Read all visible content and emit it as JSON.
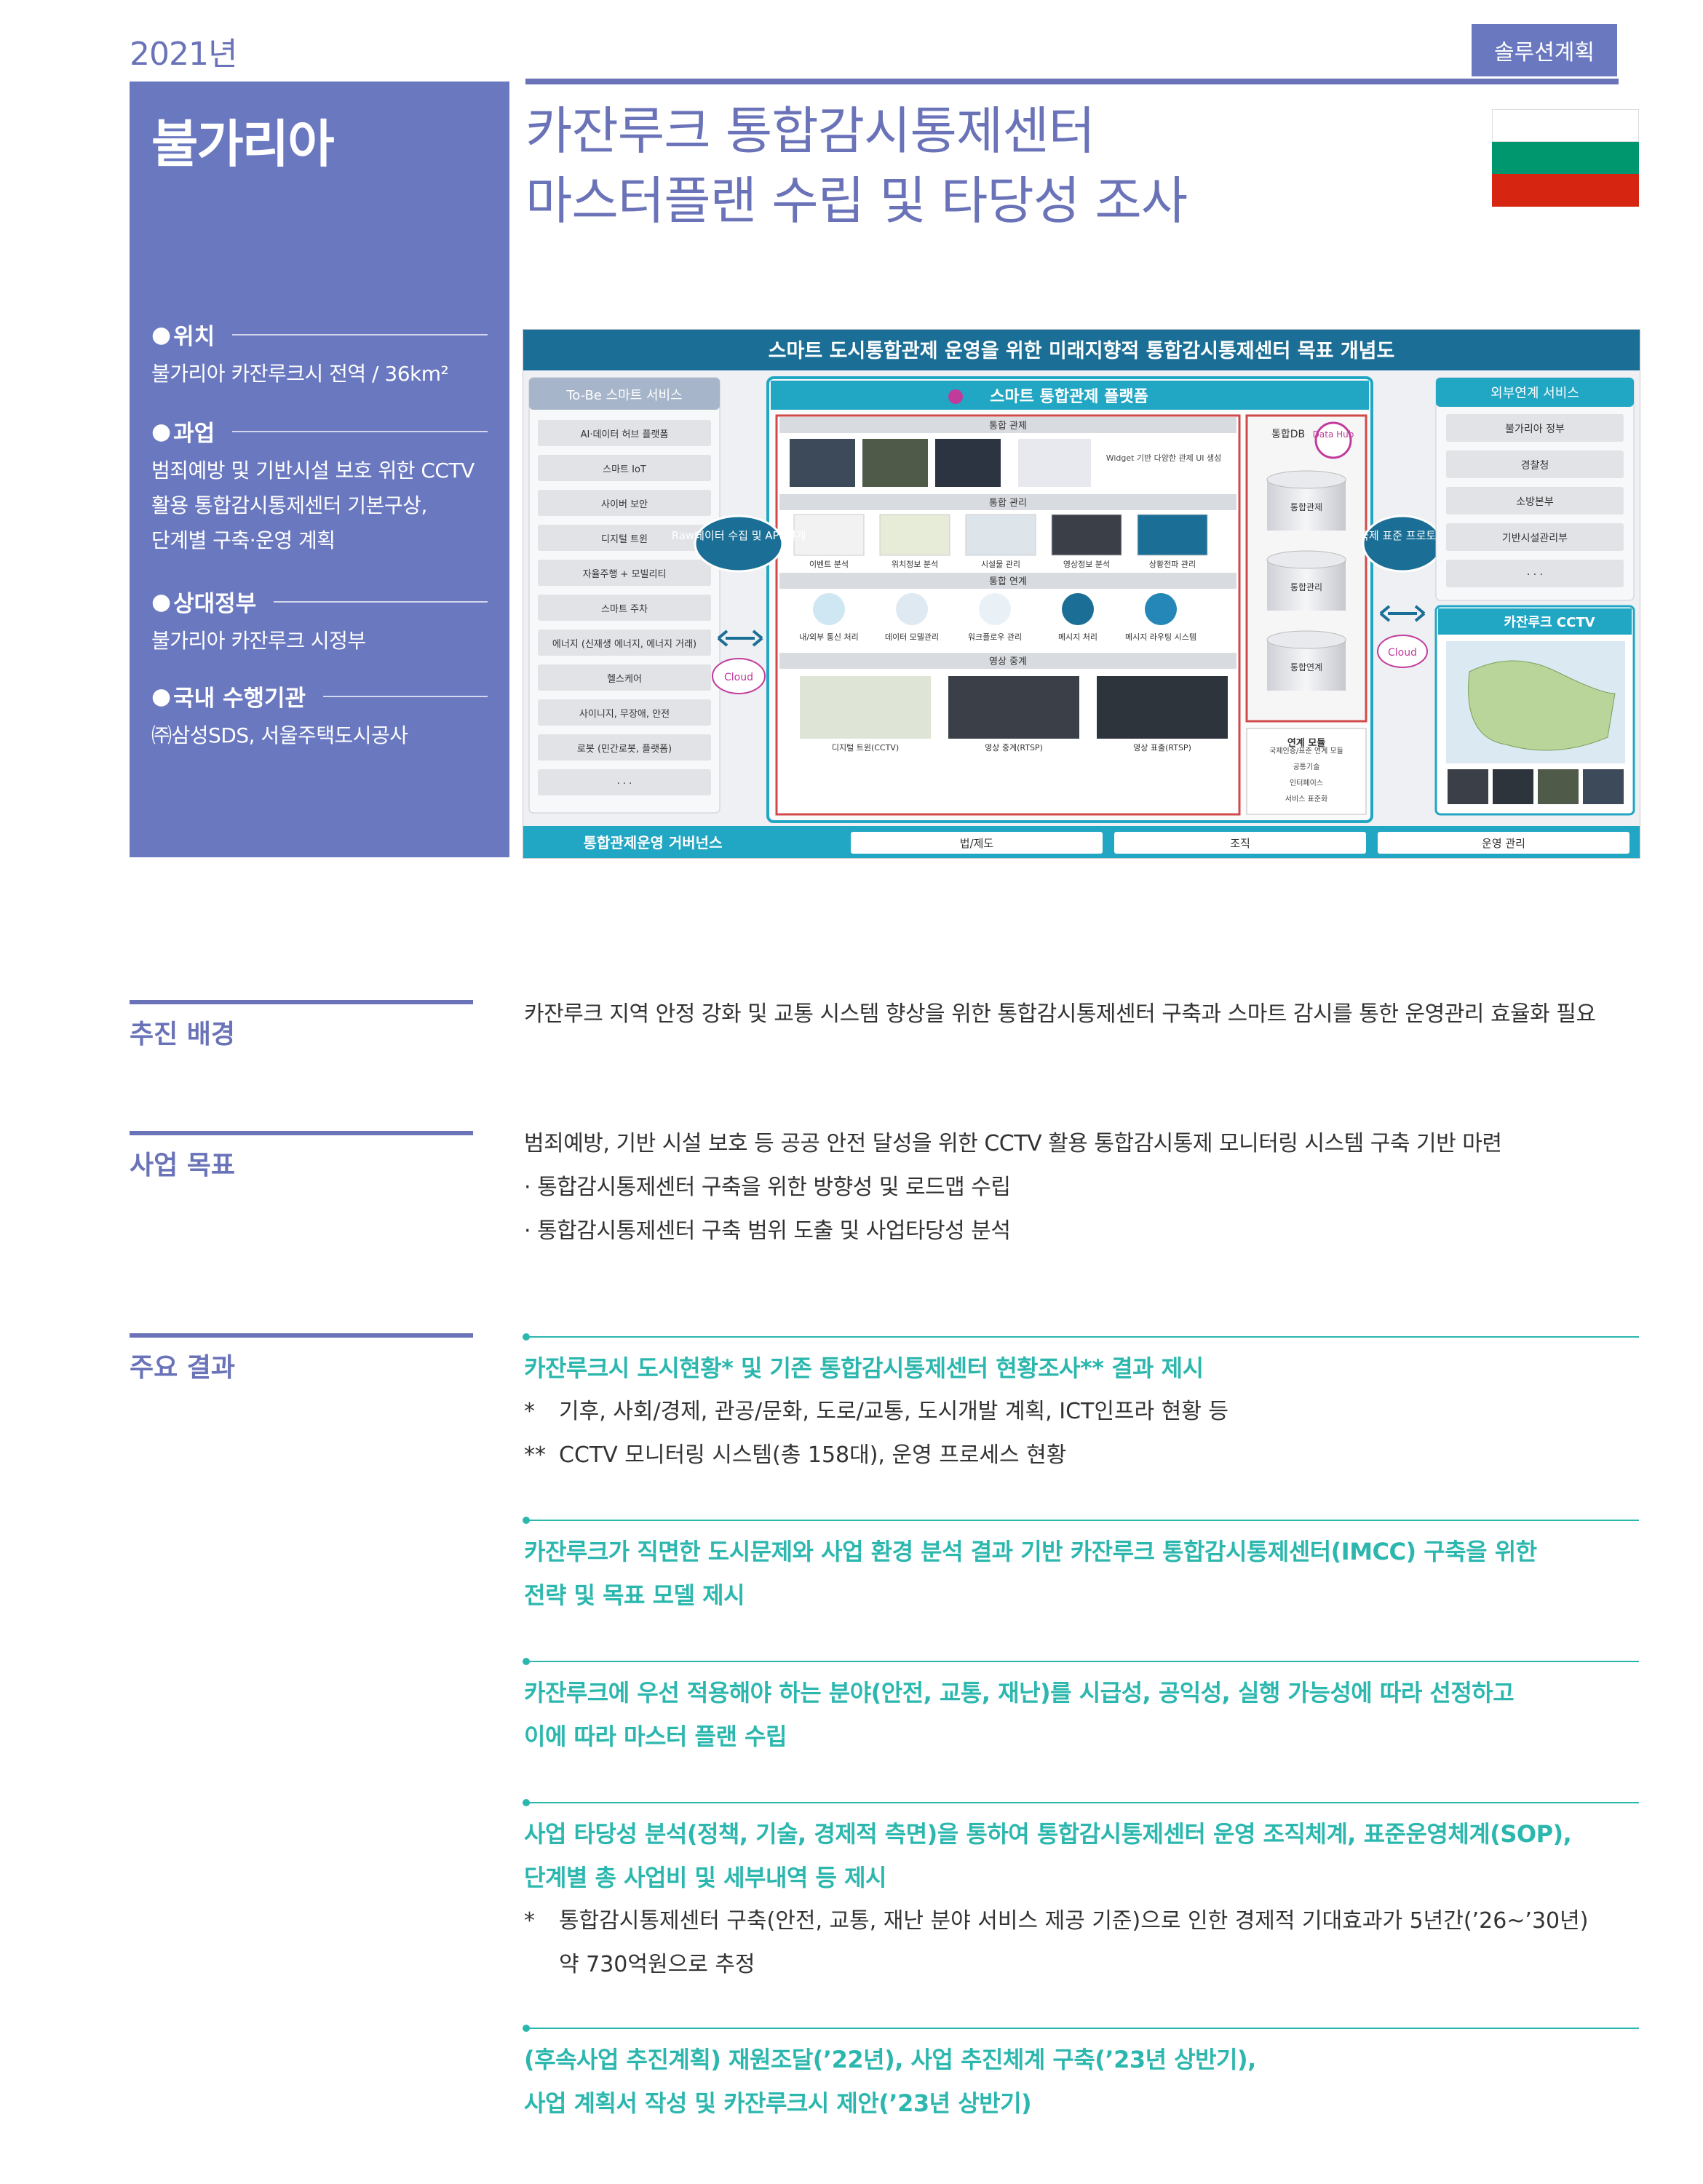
{
  "header": {
    "year": "2021년",
    "category": "솔루션계획"
  },
  "side": {
    "country": "불가리아",
    "location_label": "위치",
    "location": "불가리아 카잔루크시 전역 / 36km²",
    "task_label": "과업",
    "task": [
      "범죄예방 및 기반시설 보호 위한 CCTV",
      "활용 통합감시통제센터 기본구상,",
      "단계별 구축·운영 계획"
    ],
    "partner_label": "상대정부",
    "partner": "불가리아 카잔루크 시정부",
    "agency_label": "국내 수행기관",
    "agency": "㈜삼성SDS, 서울주택도시공사"
  },
  "title": [
    "카잔루크 통합감시통제센터",
    "마스터플랜 수립 및 타당성 조사"
  ],
  "flag_colors": [
    "#ffffff",
    "#00966e",
    "#d62612"
  ],
  "diagram": {
    "title": "스마트 도시통합관제 운영을 위한 미래지향적 통합감시통제센터 목표 개념도",
    "tobe_title": "To-Be 스마트 서비스",
    "tobe_items": [
      "AI·데이터 허브 플랫폼",
      "스마트 IoT",
      "사이버 보안",
      "디지털 트윈",
      "자율주행 + 모빌리티",
      "스마트 주차",
      "에너지 (신재생 에너지, 에너지 거래)",
      "헬스케어",
      "사이니지, 무장애, 안전",
      "로봇 (민간로봇, 플랫폼)",
      "· · ·"
    ],
    "platform_title": "스마트 통합관제 플랫폼",
    "raw_label": "Raw데이터 수집 및 API 연계",
    "cloud": "Cloud",
    "modules": [
      "통합 관제",
      "통합 관리",
      "통합 연계",
      "영상 중계"
    ],
    "widget_text": "Widget 기반 다양한 관제 UI 생성",
    "mgmt_items": [
      "이벤트 분석",
      "위치정보 분석",
      "시설물 관리",
      "영상정보 분석",
      "상황전파 관리"
    ],
    "link_items": [
      "내/외부 통신 처리",
      "데이터 모델관리",
      "워크플로우 관리",
      "메시지 처리",
      "메시지 라우팅 시스템"
    ],
    "video_items": [
      "디지털 트윈(CCTV)",
      "영상 중계(RTSP)",
      "영상 표출(RTSP)"
    ],
    "db_title": "통합DB",
    "data_hub": "Data Hub",
    "db_items": [
      "통합관제",
      "통합관리",
      "통합연계"
    ],
    "link_module_title": "연계 모듈",
    "link_module_items": [
      "국제인증/표준 연계 모듈",
      "공통기술",
      "인터페이스",
      "서비스 표준화"
    ],
    "protocol": "국제 표준 프로토콜",
    "ext_title": "외부연계 서비스",
    "ext_items": [
      "불가리아 정부",
      "경찰청",
      "소방본부",
      "기반시설관리부",
      "· · ·"
    ],
    "cctv_title": "카잔루크 CCTV",
    "gov_title": "통합관제운영 거버넌스",
    "gov_items": [
      "법/제도",
      "조직",
      "운영 관리"
    ]
  },
  "sections": {
    "background_label": "추진 배경",
    "background": "카잔루크 지역 안정 강화 및 교통 시스템 향상을 위한 통합감시통제센터 구축과 스마트 감시를 통한 운영관리 효율화 필요",
    "goal_label": "사업 목표",
    "goal": [
      "범죄예방, 기반 시설 보호 등 공공 안전 달성을 위한 CCTV 활용 통합감시통제 모니터링 시스템 구축 기반 마련",
      "· 통합감시통제센터 구축을 위한 방향성 및 로드맵 수립",
      "· 통합감시통제센터 구축 범위 도출 및 사업타당성 분석"
    ],
    "results_label": "주요 결과",
    "r1": "카잔루크시 도시현황* 및 기존 통합감시통제센터 현황조사** 결과 제시",
    "r1_n1_mark": "*",
    "r1_n1": "기후, 사회/경제, 관공/문화, 도로/교통, 도시개발 계획, ICT인프라 현황 등",
    "r1_n2_mark": "**",
    "r1_n2": "CCTV 모니터링 시스템(총 158대), 운영 프로세스 현황",
    "r2": [
      "카잔루크가 직면한 도시문제와 사업 환경 분석 결과 기반 카잔루크 통합감시통제센터(IMCC) 구축을 위한",
      "전략 및 목표 모델 제시"
    ],
    "r3": [
      "카잔루크에 우선 적용해야 하는 분야(안전, 교통, 재난)를 시급성, 공익성, 실행 가능성에 따라 선정하고",
      "이에 따라 마스터 플랜 수립"
    ],
    "r4": [
      "사업 타당성 분석(정책, 기술, 경제적 측면)을 통하여 통합감시통제센터 운영 조직체계, 표준운영체계(SOP),",
      "단계별 총 사업비 및 세부내역 등 제시"
    ],
    "r4_n_mark": "*",
    "r4_n": [
      "통합감시통제센터 구축(안전, 교통, 재난 분야 서비스 제공 기준)으로 인한 경제적 기대효과가 5년간(’26~’30년)",
      "약 730억원으로 추정"
    ],
    "r5": [
      "(후속사업 추진계획) 재원조달(’22년), 사업 추진체계 구축(’23년 상반기),",
      "사업 계획서 작성 및 카잔루크시 제안(’23년 상반기)"
    ]
  }
}
